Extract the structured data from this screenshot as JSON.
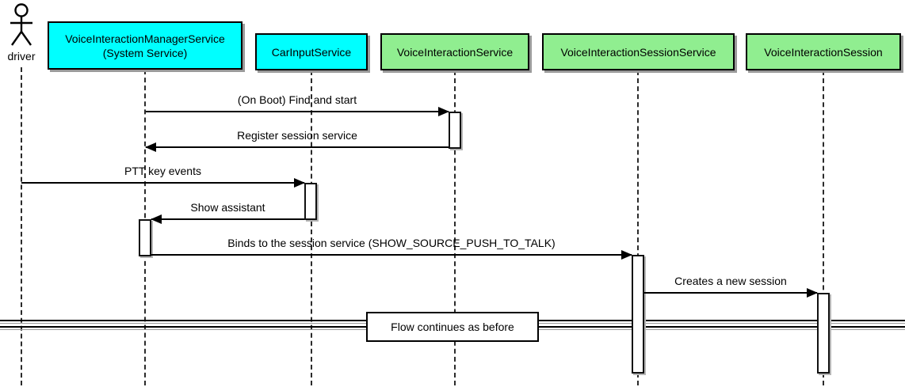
{
  "diagram_type": "uml-sequence",
  "actor": {
    "label": "driver"
  },
  "participants": [
    {
      "id": "voice-interaction-manager-service",
      "label": "VoiceInteractionManagerService",
      "sublabel": "(System Service)",
      "fill": "#00FFFF"
    },
    {
      "id": "car-input-service",
      "label": "CarInputService",
      "sublabel": "",
      "fill": "#00FFFF"
    },
    {
      "id": "voice-interaction-service",
      "label": "VoiceInteractionService",
      "sublabel": "",
      "fill": "#90EE90"
    },
    {
      "id": "voice-interaction-session-service",
      "label": "VoiceInteractionSessionService",
      "sublabel": "",
      "fill": "#90EE90"
    },
    {
      "id": "voice-interaction-session",
      "label": "VoiceInteractionSession",
      "sublabel": "",
      "fill": "#90EE90"
    }
  ],
  "messages": [
    {
      "label": "(On Boot) Find and start",
      "from": "VoiceInteractionManagerService",
      "to": "VoiceInteractionService",
      "direction": "right"
    },
    {
      "label": "Register session service",
      "from": "VoiceInteractionService",
      "to": "VoiceInteractionManagerService",
      "direction": "left"
    },
    {
      "label": "PTT key events",
      "from": "driver",
      "to": "CarInputService",
      "direction": "right"
    },
    {
      "label": "Show assistant",
      "from": "CarInputService",
      "to": "VoiceInteractionManagerService",
      "direction": "left"
    },
    {
      "label": "Binds to the session service (SHOW_SOURCE_PUSH_TO_TALK)",
      "from": "VoiceInteractionManagerService",
      "to": "VoiceInteractionSessionService",
      "direction": "right"
    },
    {
      "label": "Creates a new session",
      "from": "VoiceInteractionSessionService",
      "to": "VoiceInteractionSession",
      "direction": "right"
    }
  ],
  "divider": {
    "label": "Flow continues as before"
  },
  "colors": {
    "system_service_fill": "#00FFFF",
    "android_component_fill": "#90EE90",
    "border": "#000000",
    "background": "#FFFFFF"
  }
}
